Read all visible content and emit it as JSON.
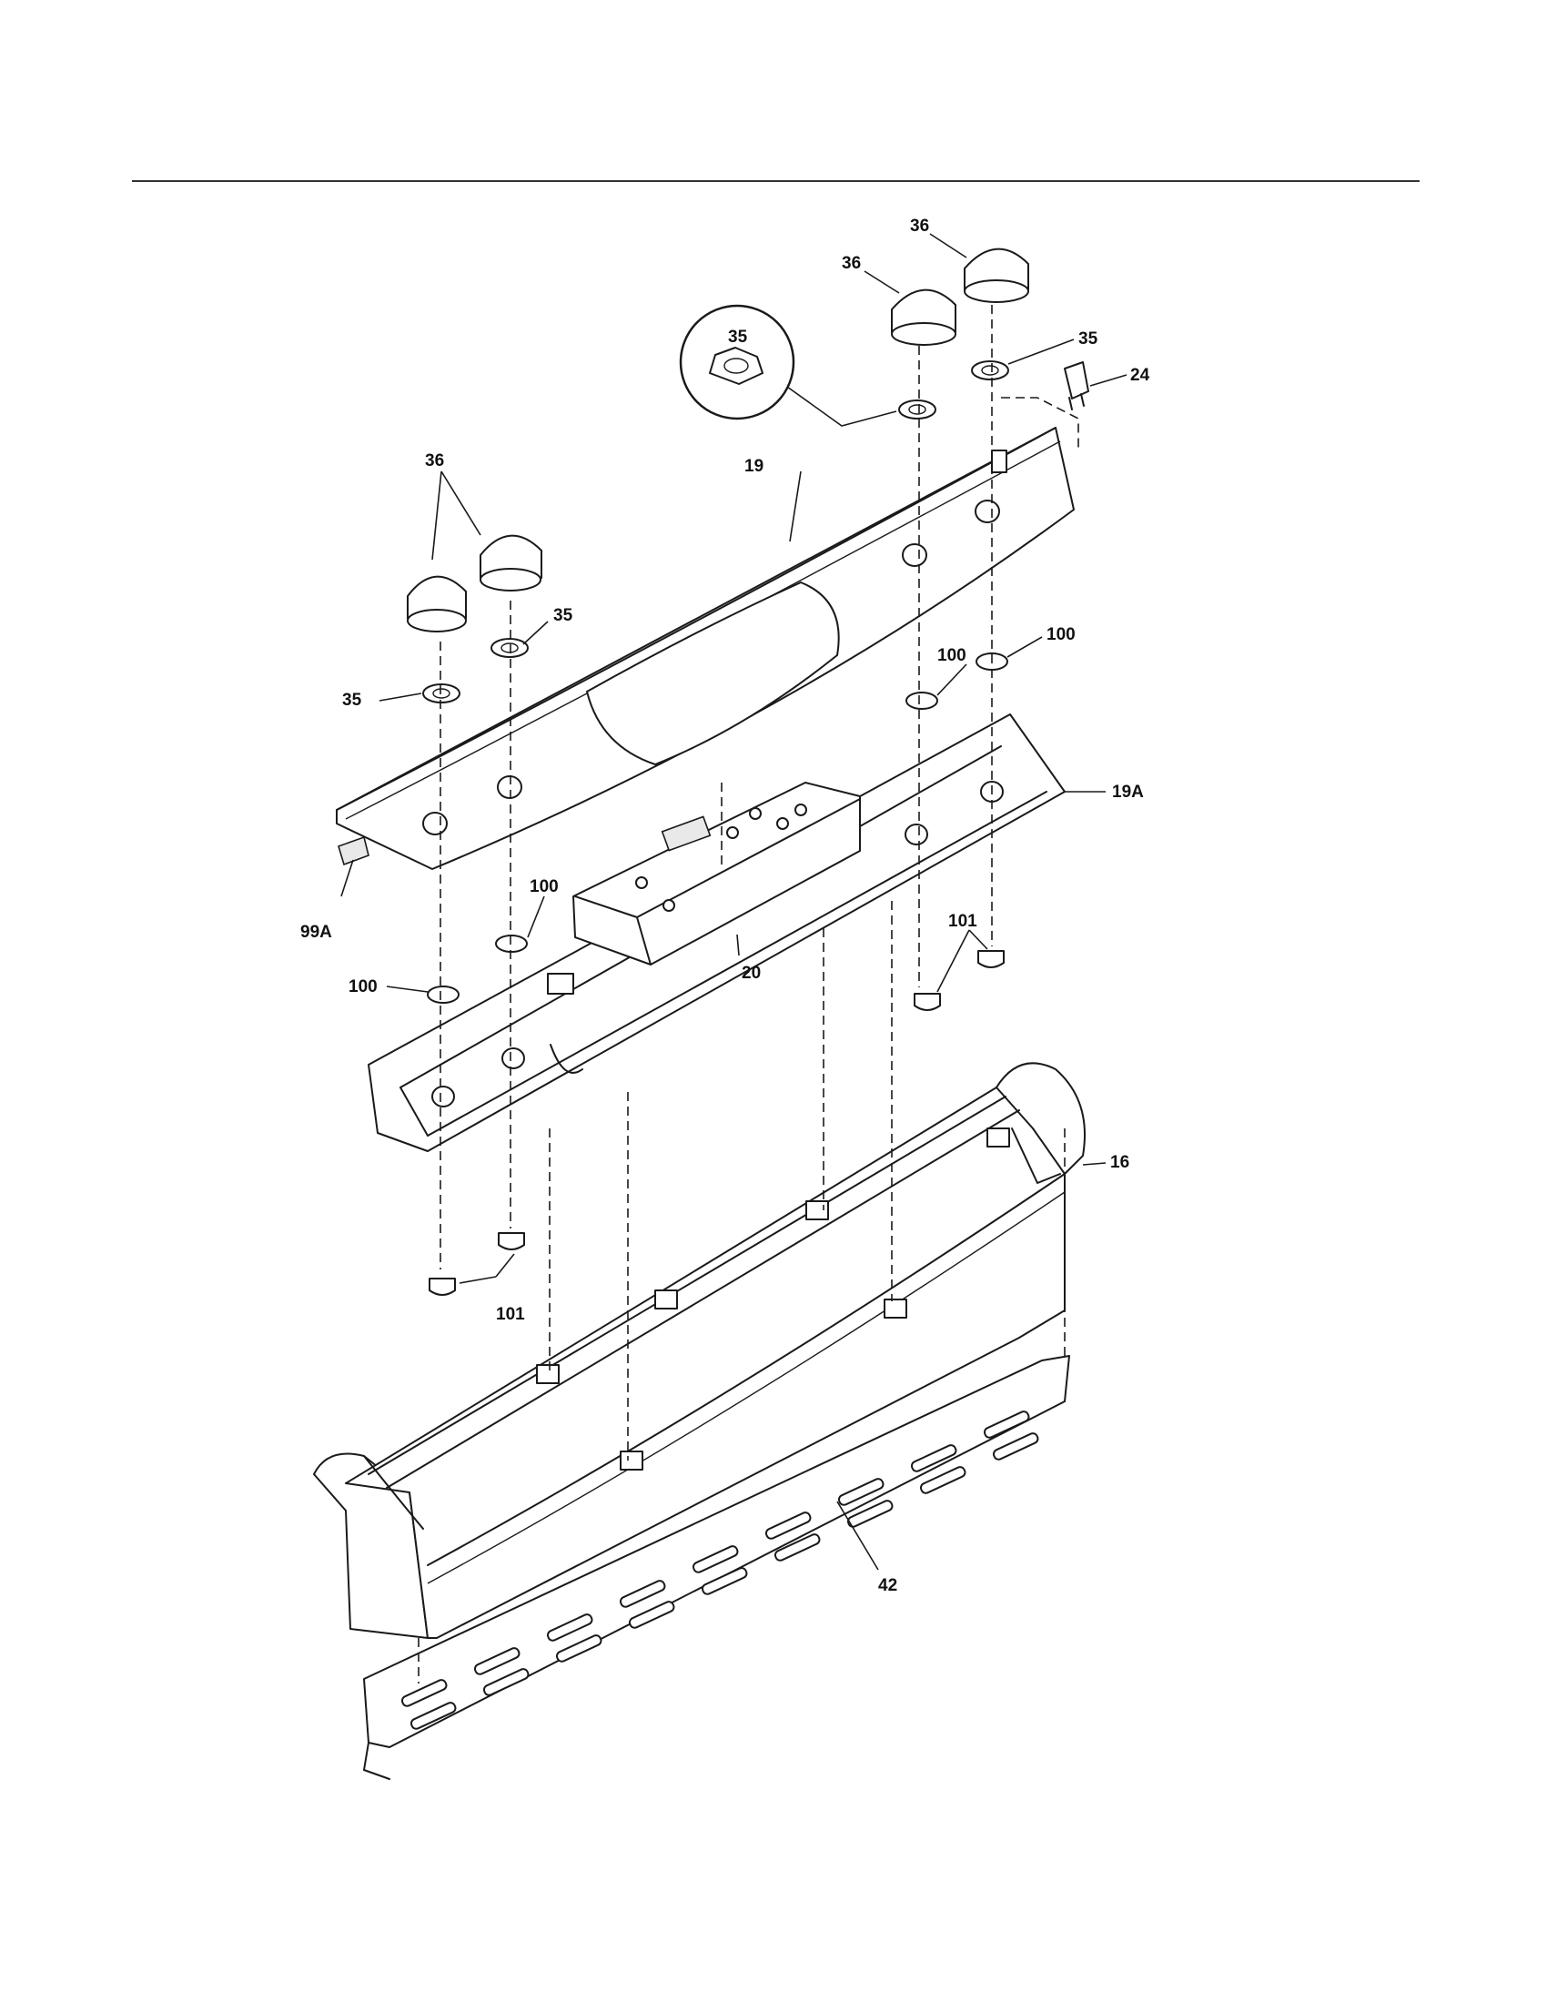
{
  "callouts": {
    "knob_36_top_right": "36",
    "knob_36_top_mid": "36",
    "knob_36_left": "36",
    "detail_35": "35",
    "nut_35_right": "35",
    "nut_35_left_upper": "35",
    "nut_35_left_lower": "35",
    "switch_24": "24",
    "panel_19": "19",
    "nut_100_right_upper": "100",
    "nut_100_right_lower": "100",
    "nut_100_left_upper": "100",
    "nut_100_left_lower": "100",
    "bracket_19A": "19A",
    "board_20": "20",
    "overlay_99A": "99A",
    "nut_101_right": "101",
    "nut_101_left": "101",
    "trim_16": "16",
    "vent_42": "42"
  }
}
